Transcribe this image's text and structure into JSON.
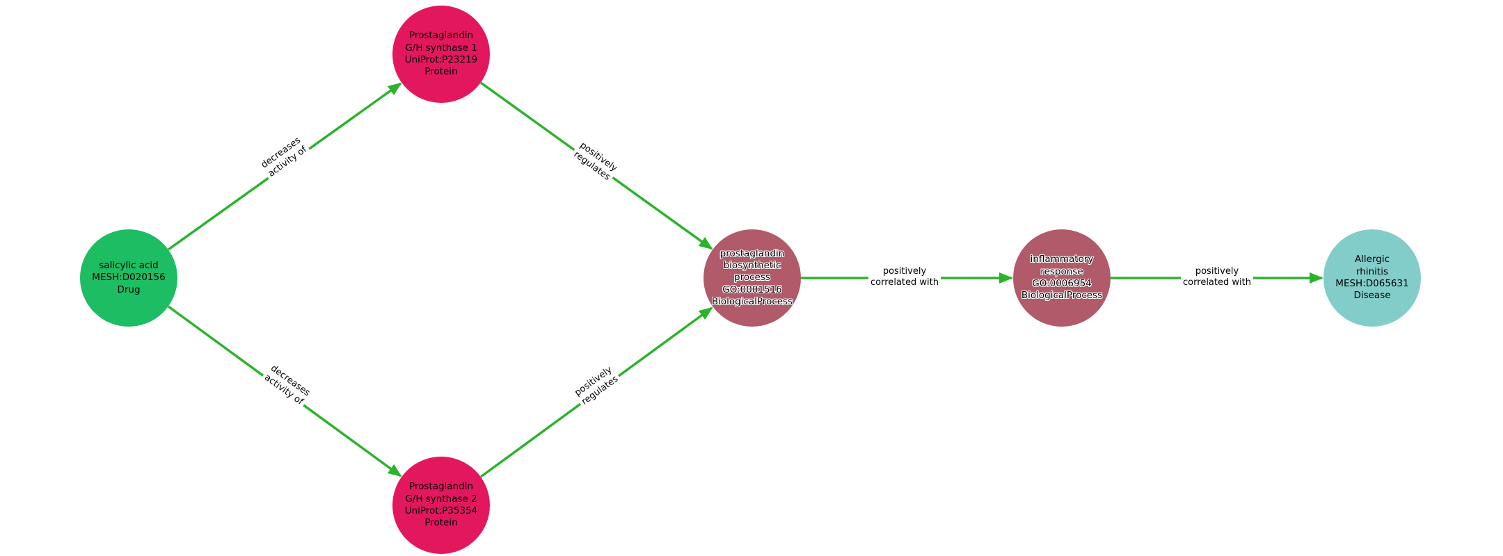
{
  "graph": {
    "nodes": [
      {
        "id": "salicylic-acid",
        "label": "salicylic acid\nMESH:D020156\nDrug",
        "type": "Drug",
        "color": "#1cbd63"
      },
      {
        "id": "ptgs1",
        "label": "Prostaglandin\nG/H synthase 1\nUniProt:P23219\nProtein",
        "type": "Protein",
        "color": "#e3175e"
      },
      {
        "id": "ptgs2",
        "label": "Prostaglandin\nG/H synthase 2\nUniProt:P35354\nProtein",
        "type": "Protein",
        "color": "#e3175e"
      },
      {
        "id": "prostaglandin-biosynthetic-process",
        "label": "prostaglandin\nbiosynthetic\nprocess\nGO:0001516\nBiologicalProcess",
        "type": "BiologicalProcess",
        "color": "#b05a6a"
      },
      {
        "id": "inflammatory-response",
        "label": "inflammatory\nresponse\nGO:0006954\nBiologicalProcess",
        "type": "BiologicalProcess",
        "color": "#b05a6a"
      },
      {
        "id": "allergic-rhinitis",
        "label": "Allergic\nrhinitis\nMESH:D065631\nDisease",
        "type": "Disease",
        "color": "#82cdca"
      }
    ],
    "edges": [
      {
        "source": "salicylic-acid",
        "target": "ptgs1",
        "label": "decreases\nactivity of"
      },
      {
        "source": "salicylic-acid",
        "target": "ptgs2",
        "label": "decreases\nactivity of"
      },
      {
        "source": "ptgs1",
        "target": "prostaglandin-biosynthetic-process",
        "label": "positively\nregulates"
      },
      {
        "source": "ptgs2",
        "target": "prostaglandin-biosynthetic-process",
        "label": "positively\nregulates"
      },
      {
        "source": "prostaglandin-biosynthetic-process",
        "target": "inflammatory-response",
        "label": "positively\ncorrelated with"
      },
      {
        "source": "inflammatory-response",
        "target": "allergic-rhinitis",
        "label": "positively\ncorrelated with"
      }
    ],
    "colors": {
      "edge": "#2cb32c",
      "drug": "#1cbd63",
      "protein": "#e3175e",
      "biological_process": "#b05a6a",
      "disease": "#82cdca"
    }
  }
}
